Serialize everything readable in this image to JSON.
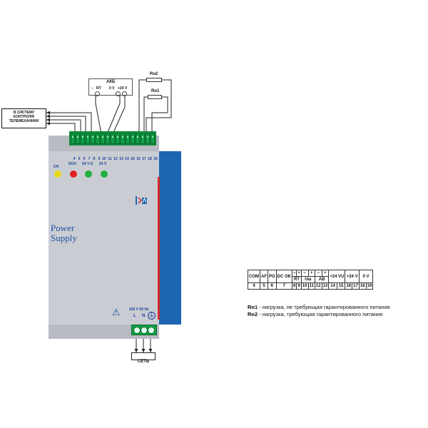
{
  "akb": {
    "title": "АКБ",
    "rt": "RT",
    "zero": "0 V",
    "plus24": "+24 V"
  },
  "resistors": {
    "rn2": "Rн2",
    "rn1": "Rн1"
  },
  "monitoring": {
    "line1": "В СИСТЕМУ",
    "line2": "КОНТРОЛЯ/",
    "line3": "ТЕЛЕМЕХАНИКИ"
  },
  "pin_numbers": [
    "4",
    "5",
    "6",
    "7",
    "8",
    "9",
    "10",
    "11",
    "12",
    "13",
    "14",
    "15",
    "16",
    "17",
    "18",
    "19"
  ],
  "indicators": {
    "ch": "CH",
    "dch": "DCH",
    "u24": "24 V U",
    "v24": "24 V",
    "colors": {
      "ch": "#e8d81a",
      "dch": "#e02020",
      "u24": "#1fae3f",
      "v24": "#1fae3f"
    }
  },
  "device": {
    "title_line1": "Power",
    "title_line2": "Supply",
    "input_rating": "220 V  50 Hz",
    "terminal_l": "L",
    "terminal_n": "N",
    "ground_symbol": "⏚",
    "warning_icon": "⚠",
    "colors": {
      "body": "#c9cdd3",
      "side": "#1d65b0",
      "stripe": "#d32c2c",
      "terminal": "#11a047"
    }
  },
  "mains": {
    "label": "СЕТЬ"
  },
  "legend_table": {
    "header": [
      "COM",
      "AF",
      "PG",
      "DC OK",
      "–",
      "+",
      "–",
      "+",
      "–",
      "+",
      "+24 VU",
      "+24 V",
      "0 V"
    ],
    "sub_header": [
      "RT",
      "Uш",
      "AB"
    ],
    "numbers": [
      "4",
      "5",
      "6",
      "7",
      "8",
      "9",
      "10",
      "11",
      "12",
      "13",
      "14",
      "15",
      "16",
      "17",
      "18",
      "19"
    ]
  },
  "notes": [
    {
      "key": "Rн1",
      "text": " - нагрузка, не требующая гарантированного питания"
    },
    {
      "key": "Rн2",
      "text": " - нагрузка, требующая гарантированного питания"
    }
  ]
}
